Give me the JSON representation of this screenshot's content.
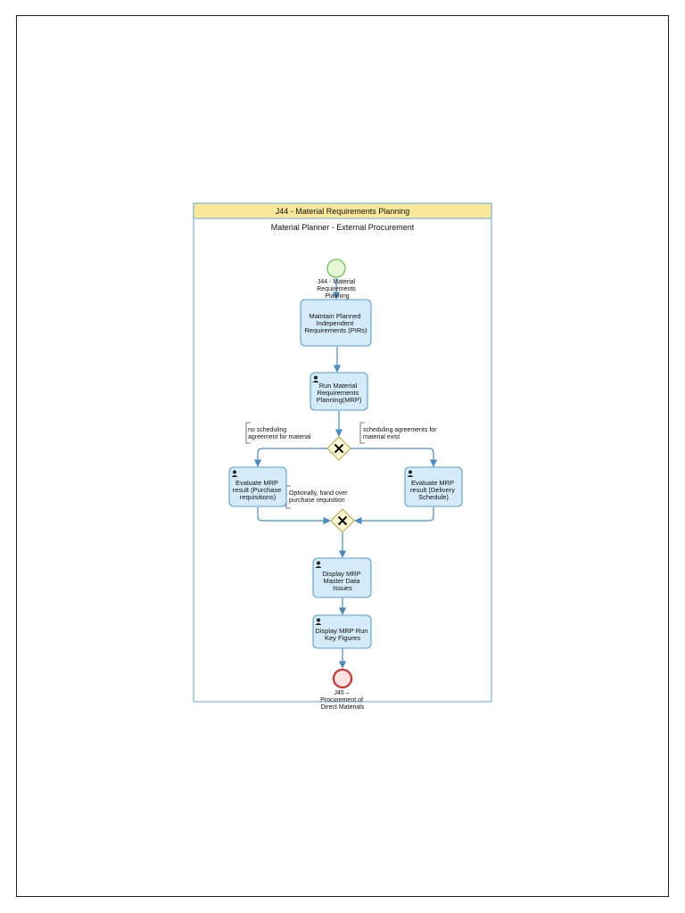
{
  "pool": {
    "title": "J44 - Material Requirements Planning",
    "lane": "Material Planner - External Procurement"
  },
  "events": {
    "start": [
      "J44 - Material",
      "Requirements",
      "Planning"
    ],
    "end": [
      "J45 –",
      "Procurement of",
      "Direct Materials"
    ]
  },
  "tasks": {
    "maintain_pirs": [
      "Maintain Planned",
      "Independent",
      "Requirements (PIRs)"
    ],
    "run_mrp": [
      "Run Material",
      "Requirements",
      "Planning(MRP)"
    ],
    "evaluate_pr": [
      "Evaluate MRP",
      "result (Purchase",
      "requisitions)"
    ],
    "evaluate_ds": [
      "Evaluate MRP",
      "result (Delivery",
      "Schedule)"
    ],
    "display_issues": [
      "Display MRP",
      "Master Data",
      "Issues"
    ],
    "display_key_figures": [
      "Display MRP Run",
      "Key Figures"
    ]
  },
  "annotations": {
    "no_scheduling": [
      "no scheduling",
      "agreement for material"
    ],
    "scheduling_exist": [
      "scheduling agreements for",
      "material exist"
    ],
    "hand_over": [
      "Optionally, hand over",
      "purchase requisition"
    ]
  },
  "colors": {
    "header_fill": "#fbe99a",
    "pool_border": "#7fb3d5",
    "task_fill": "#d4ebfa",
    "task_border": "#5a9fd0",
    "flow": "#4a8cc0",
    "start_fill": "#e6f7d8",
    "start_border": "#7cc86a",
    "end_border": "#d0322f",
    "end_fill": "#fde4e4",
    "gateway_fill": "#fffbd5",
    "gateway_border": "#b8a44f"
  }
}
